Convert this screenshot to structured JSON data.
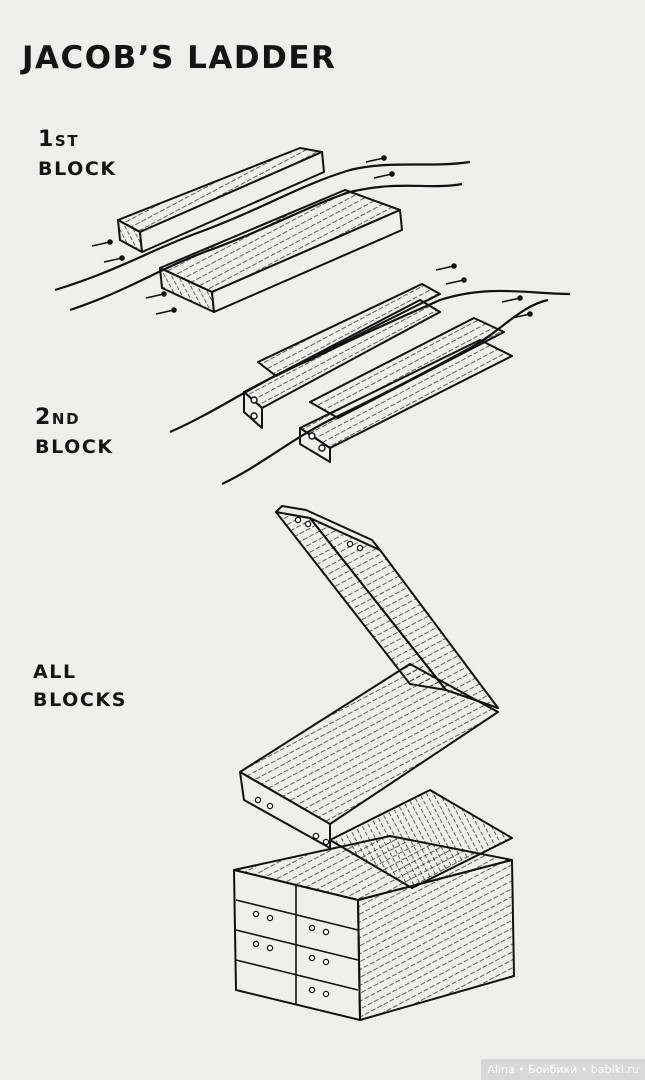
{
  "title": "JACOB’S LADDER",
  "steps": [
    {
      "num": "1",
      "ord": "ST",
      "word": "BLOCK"
    },
    {
      "num": "2",
      "ord": "ND",
      "word": "BLOCK"
    },
    {
      "line1": "ALL",
      "line2": "BLOCKS"
    }
  ],
  "watermark": "Alina • Бойбики • babiki.ru"
}
